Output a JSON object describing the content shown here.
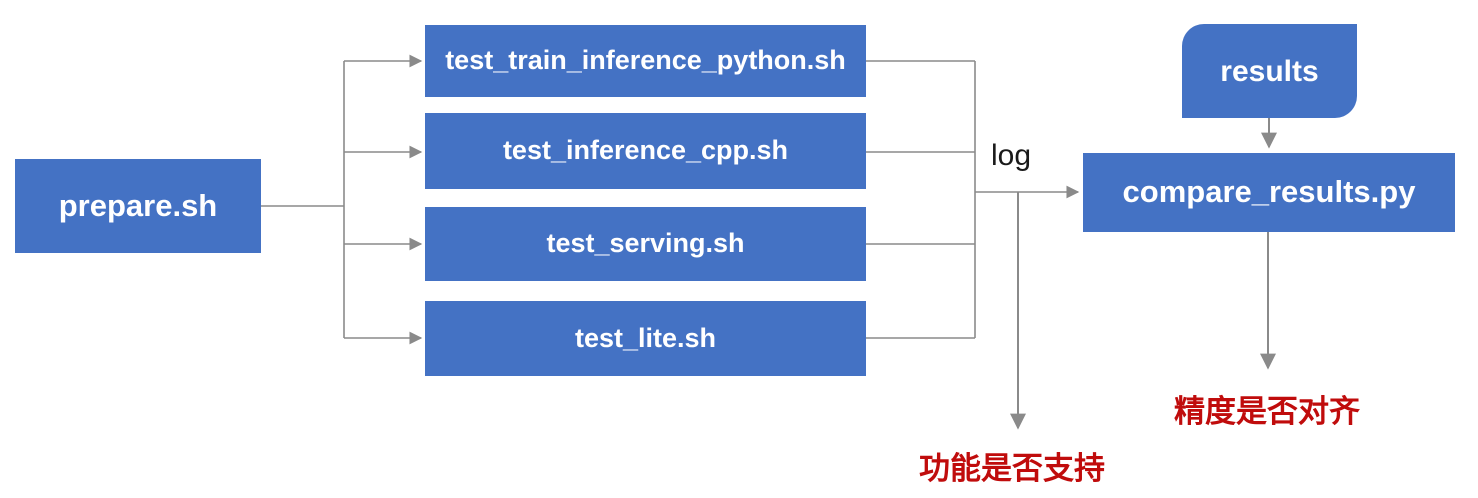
{
  "diagram": {
    "nodes": {
      "prepare": {
        "label": "prepare.sh"
      },
      "tests": [
        {
          "label": "test_train_inference_python.sh"
        },
        {
          "label": "test_inference_cpp.sh"
        },
        {
          "label": "test_serving.sh"
        },
        {
          "label": "test_lite.sh"
        }
      ],
      "compare": {
        "label": "compare_results.py"
      },
      "results": {
        "label": "results"
      }
    },
    "edge_labels": {
      "log": "log"
    },
    "annotations": {
      "function_support": "功能是否支持",
      "precision_aligned": "精度是否对齐"
    },
    "colors": {
      "node_fill": "#4472C4",
      "node_text": "#FFFFFF",
      "annotation_red": "#C00C0C",
      "connector_gray": "#8A8A8A",
      "edge_label_color": "#1A1A1A",
      "background": "#FFFFFF"
    }
  }
}
